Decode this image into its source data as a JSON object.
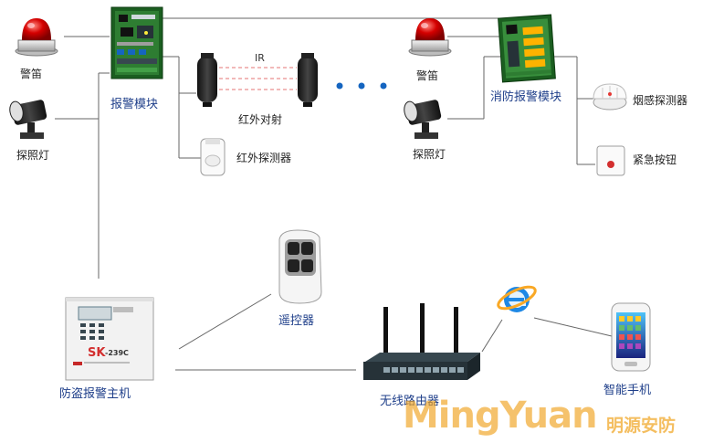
{
  "diagram": {
    "left_group": {
      "siren_label": "警笛",
      "spotlight_label": "探照灯",
      "alarm_module_label": "报警模块",
      "ir_beam_label": "红外对射",
      "ir_beam_tag": "IR",
      "ir_detector_label": "红外探测器"
    },
    "right_group": {
      "siren_label": "警笛",
      "spotlight_label": "探照灯",
      "fire_module_label": "消防报警模块",
      "smoke_detector_label": "烟感探测器",
      "emergency_button_label": "紧急按钮"
    },
    "bottom_group": {
      "remote_label": "遥控器",
      "host_label": "防盗报警主机",
      "host_brand": "SK",
      "host_model": "-239C",
      "router_label": "无线路由器",
      "phone_label": "智能手机"
    },
    "colors": {
      "line": "#555555",
      "siren_red": "#c8141e",
      "board_green": "#2e7d32",
      "label_blue": "#1f3f8a",
      "dots_blue": "#1565c0",
      "ir_red": "#e53935"
    }
  },
  "watermark": {
    "en": "MingYuan",
    "cn": "明源安防"
  }
}
